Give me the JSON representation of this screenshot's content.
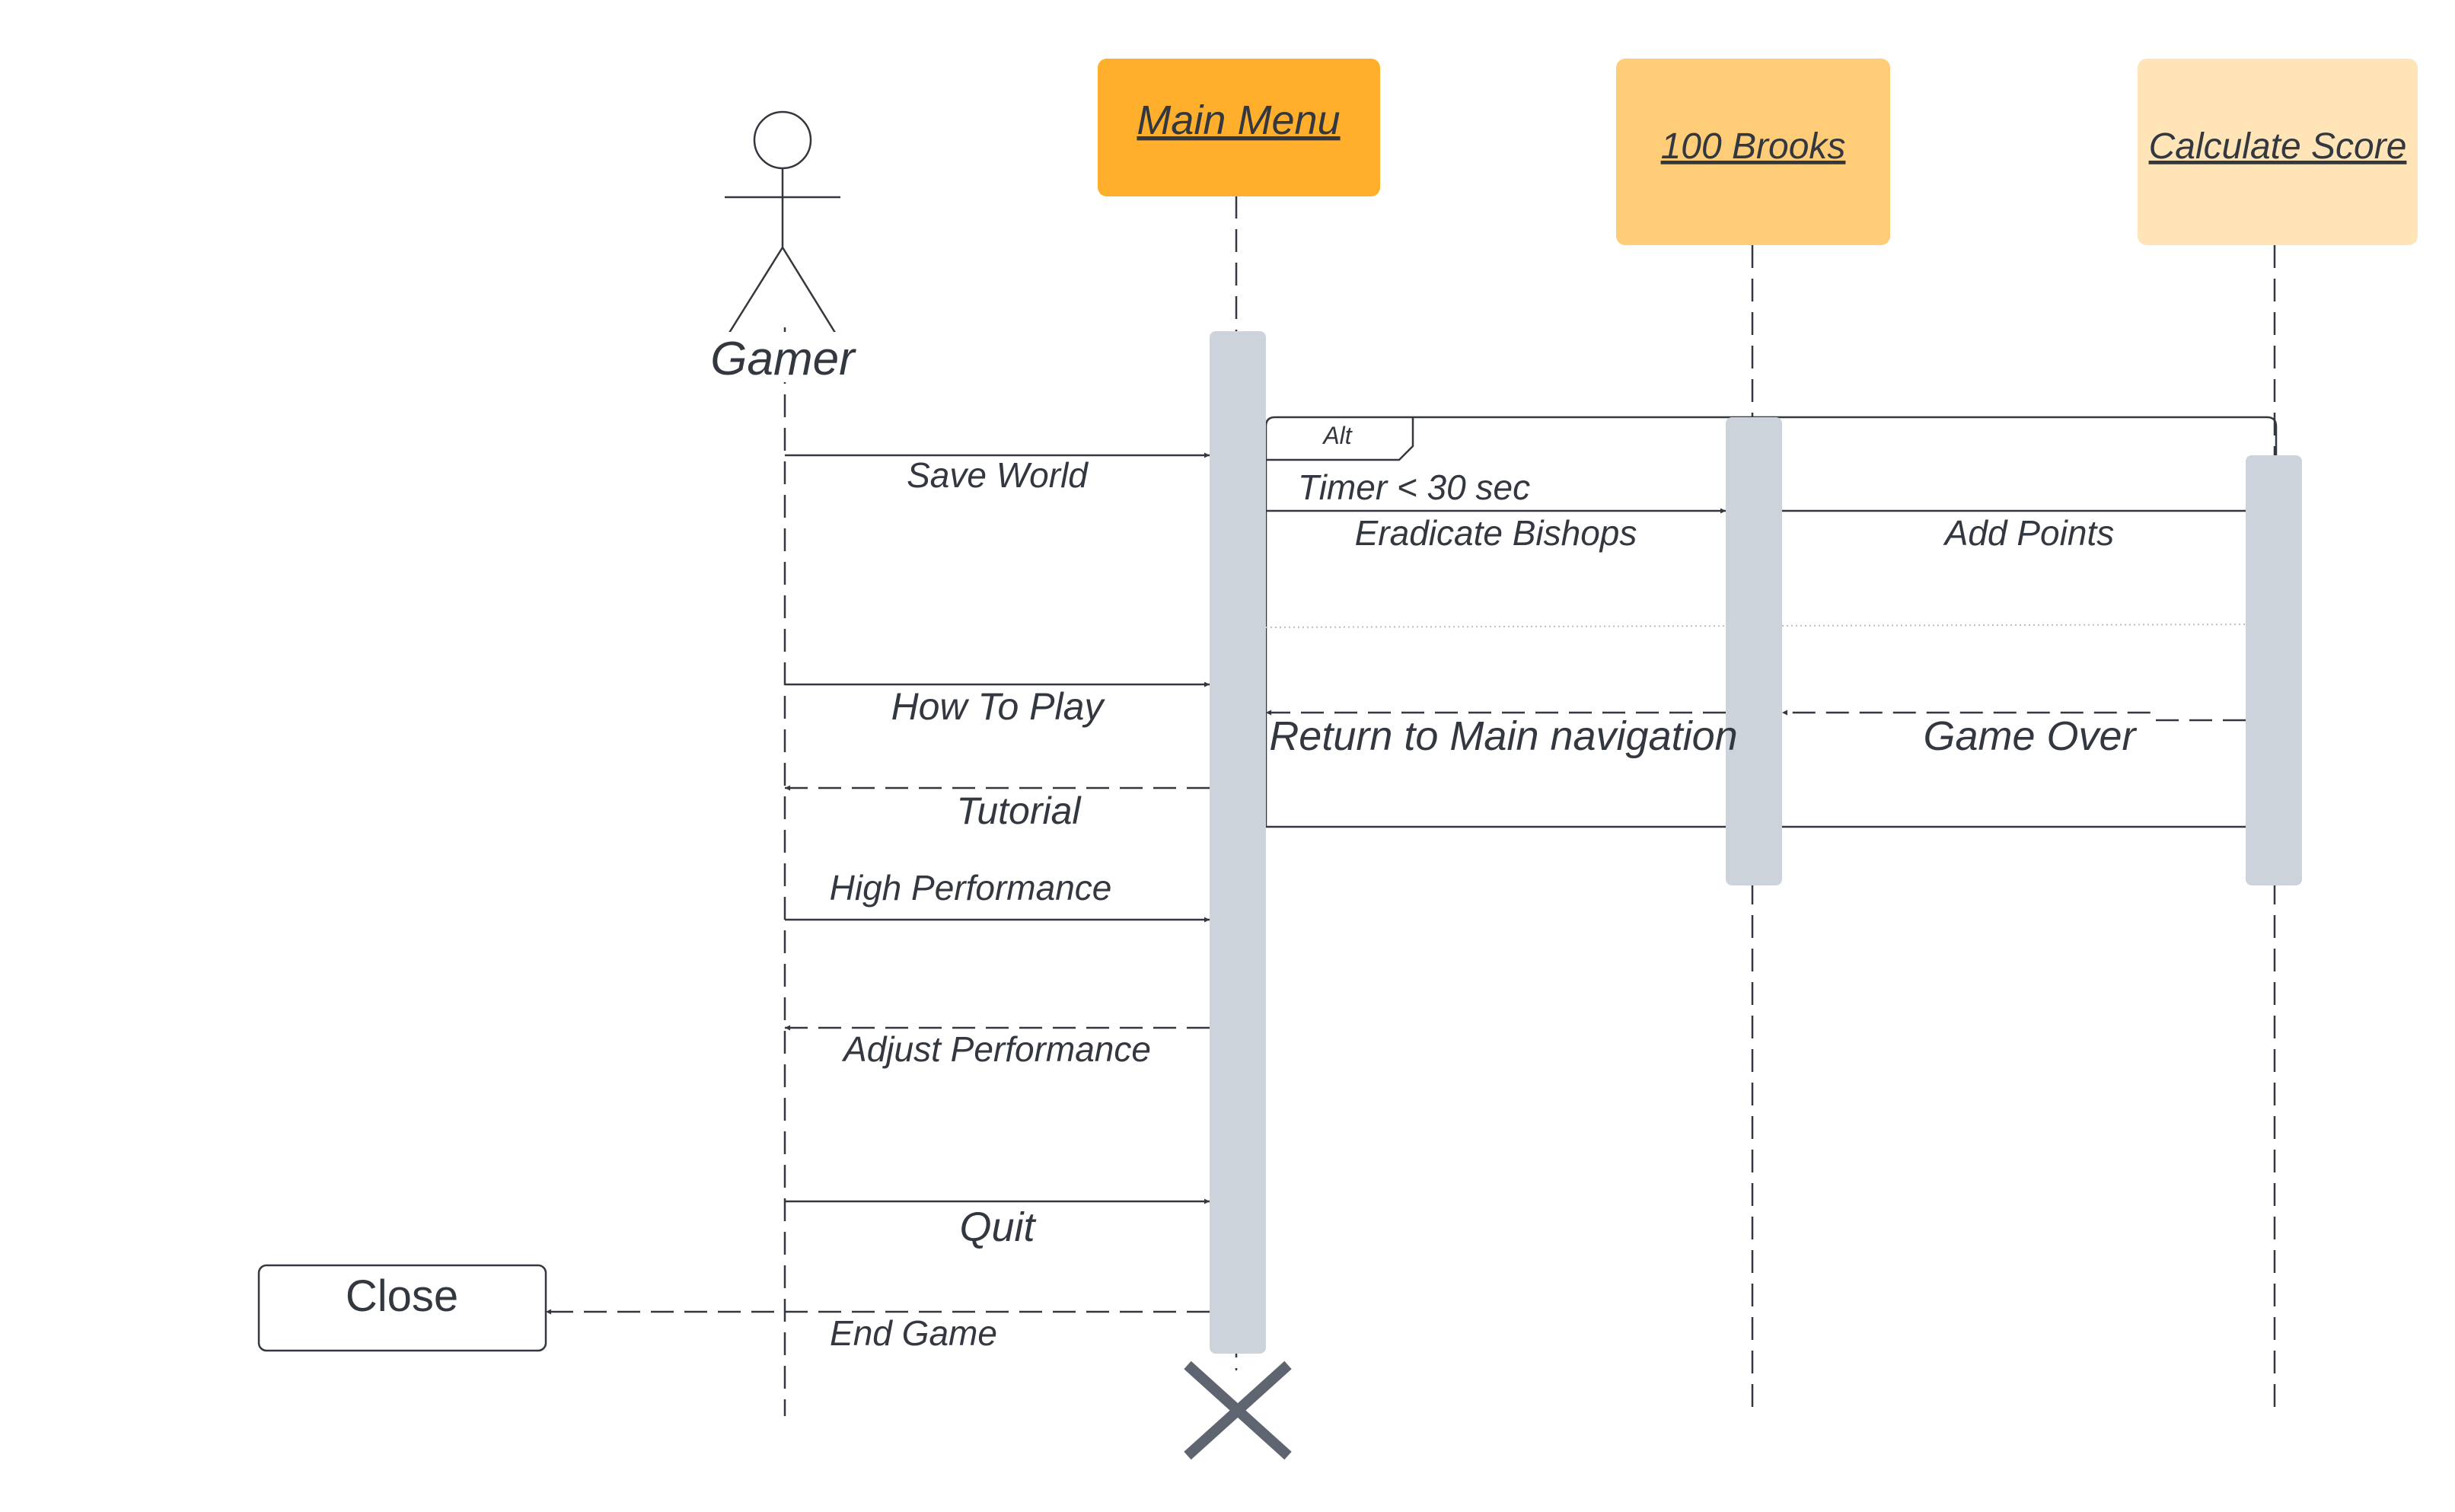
{
  "actor": {
    "name": "Gamer"
  },
  "lifelines": {
    "main_menu": {
      "label": "Main Menu",
      "color": "#FFAF2B"
    },
    "brooks": {
      "label": "100 Brooks",
      "color": "#FFCC78"
    },
    "score": {
      "label": "Calculate Score",
      "color": "#FFE4B8"
    }
  },
  "activation_color": "#CDD3DB",
  "line_color": "#333840",
  "destroy_color": "#5E6470",
  "alt_fragment": {
    "label": "Alt",
    "guard": "Timer < 30 sec"
  },
  "messages": {
    "save_world": "Save World",
    "eradicate_bishops": "Eradicate Bishops",
    "add_points": "Add Points",
    "how_to_play": "How To Play",
    "return_main": "Return to Main navigation",
    "game_over": "Game Over",
    "tutorial": "Tutorial",
    "high_performance": "High Performance",
    "adjust_performance": "Adjust Performance",
    "quit": "Quit",
    "end_game": "End Game"
  },
  "close_box": {
    "label": "Close"
  }
}
